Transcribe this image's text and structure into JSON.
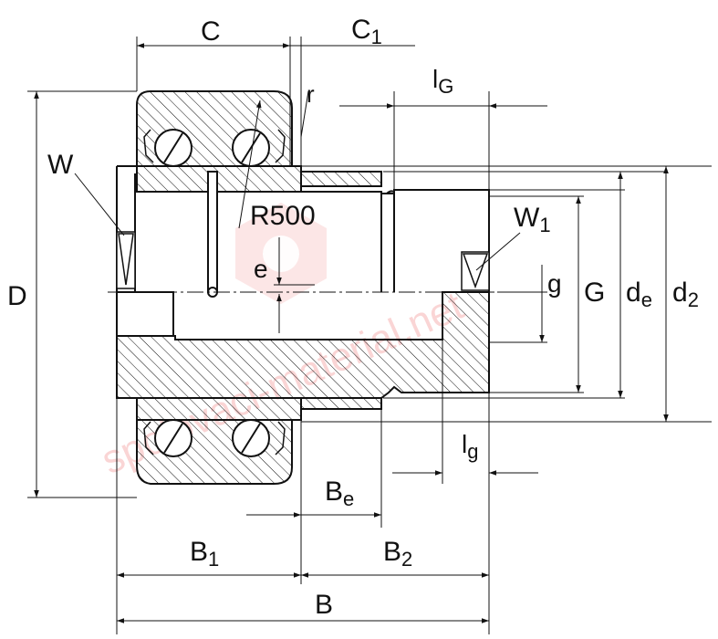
{
  "labels": {
    "C": "C",
    "C1_main": "C",
    "C1_sub": "1",
    "r": "r",
    "lG_main": "l",
    "lG_sub": "G",
    "W": "W",
    "W1_main": "W",
    "W1_sub": "1",
    "R500": "R500",
    "e": "e",
    "D": "D",
    "g": "g",
    "G": "G",
    "de_main": "d",
    "de_sub": "e",
    "d2_main": "d",
    "d2_sub": "2",
    "lg_main": "l",
    "lg_sub": "g",
    "Be_main": "B",
    "Be_sub": "e",
    "B1_main": "B",
    "B1_sub": "1",
    "B2_main": "B",
    "B2_sub": "2",
    "B": "B"
  },
  "watermark": {
    "text": "spojovaci-material.net"
  },
  "colors": {
    "line": "#111111",
    "watermark": "#f28a8a"
  }
}
